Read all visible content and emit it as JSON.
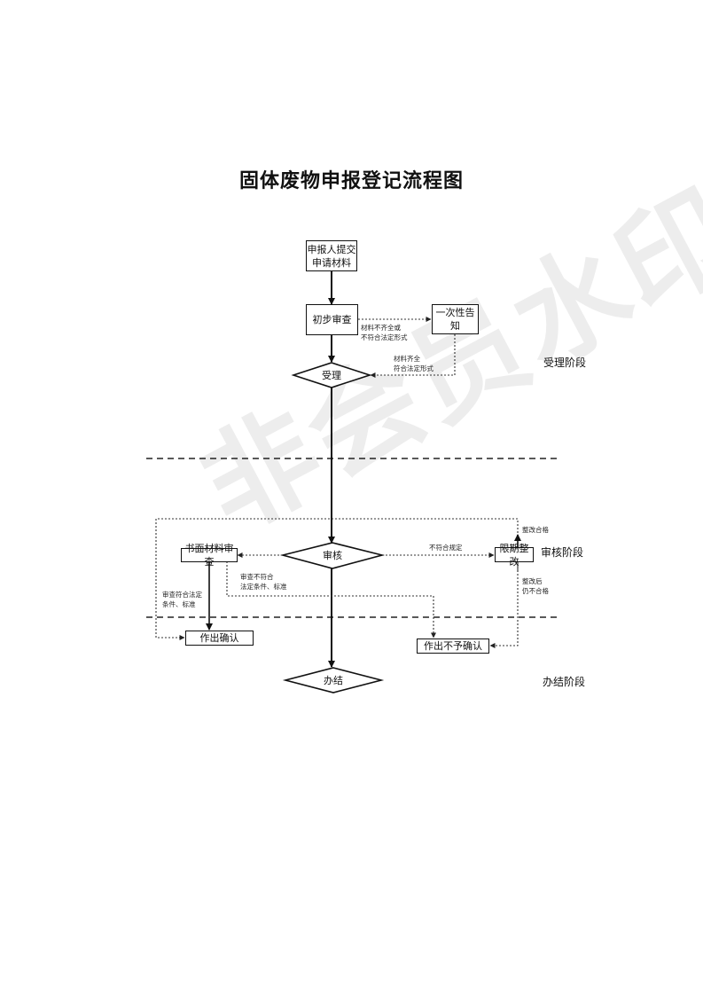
{
  "title": "固体废物申报登记流程图",
  "watermark": "非会员水印",
  "phases": {
    "accept": "受理阶段",
    "review": "审核阶段",
    "finish": "办结阶段"
  },
  "nodes": {
    "submit": [
      "申报人提交",
      "申请材料"
    ],
    "initial_review": "初步审查",
    "one_time_notice": "一次性告知",
    "accept": "受理",
    "review": "审核",
    "written_review": "书面材料审查",
    "rectify": "限期整改",
    "confirm": "作出确认",
    "deny": "作出不予确认",
    "complete": "办结"
  },
  "edge_labels": {
    "incomplete": [
      "材料不齐全或",
      "不符合法定形式"
    ],
    "complete_materials": [
      "材料齐全",
      "符合法定形式"
    ],
    "not_compliant": "不符合规定",
    "rectify_passed": "整改合格",
    "rectify_failed": [
      "整改后",
      "仍不合格"
    ],
    "review_failed": [
      "审查不符合",
      "法定条件、标准"
    ],
    "review_passed": [
      "审查符合法定",
      "条件、标准"
    ]
  },
  "colors": {
    "line": "#111111",
    "dotted": "#333333"
  }
}
